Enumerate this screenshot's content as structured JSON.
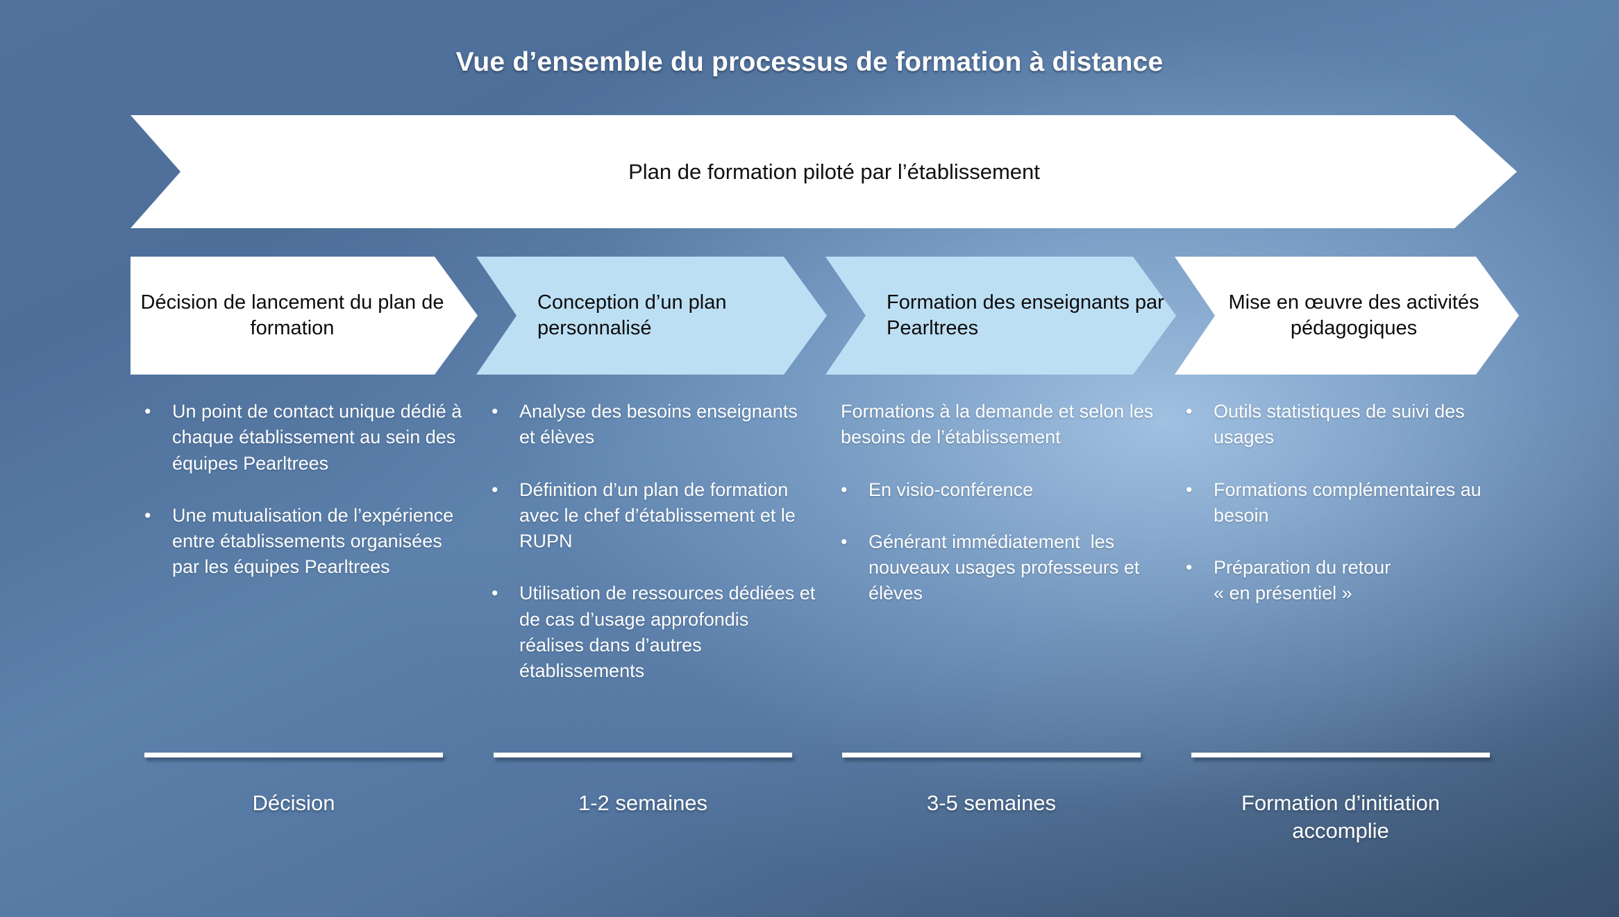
{
  "slide": {
    "title": "Vue d’ensemble du processus de formation à distance",
    "banner_label": "Plan de formation piloté par l’établissement"
  },
  "colors": {
    "chevron_white": "#ffffff",
    "chevron_light_blue": "#bddff4",
    "text_dark": "#0c0c0c",
    "text_light": "#ffffff",
    "background_top": "#51719c",
    "background_bottom": "#38506d"
  },
  "steps": [
    {
      "label": "Décision de lancement\ndu plan de formation",
      "fill": "white"
    },
    {
      "label": "Conception d’un plan\npersonnalisé",
      "fill": "light-blue"
    },
    {
      "label": "Formation des\nenseignants par\nPearltrees",
      "fill": "light-blue"
    },
    {
      "label": "Mise en œuvre des\nactivités pédagogiques",
      "fill": "white"
    }
  ],
  "columns": [
    {
      "items": [
        {
          "bulleted": true,
          "mark": "•",
          "text": "Un point de contact unique dédié à chaque établissement au sein des équipes Pearltrees"
        },
        {
          "bulleted": true,
          "mark": "•",
          "text": "Une mutualisation de l’expérience entre établissements organisées par les équipes Pearltrees"
        }
      ]
    },
    {
      "items": [
        {
          "bulleted": true,
          "mark": "•",
          "text": "Analyse des besoins enseignants et élèves"
        },
        {
          "bulleted": true,
          "mark": "•",
          "text": "Définition d’un plan de formation avec le chef d’établissement et le RUPN"
        },
        {
          "bulleted": true,
          "mark": "•",
          "text": "Utilisation de ressources dédiées et de cas d’usage approfondis réalises dans d’autres établissements"
        }
      ]
    },
    {
      "items": [
        {
          "bulleted": false,
          "mark": "",
          "text": "Formations à la demande et selon les besoins de l’établissement"
        },
        {
          "bulleted": true,
          "mark": "•",
          "text": "En visio-conférence"
        },
        {
          "bulleted": true,
          "mark": "•",
          "text": "Générant immédiatement  les nouveaux usages professeurs et  élèves"
        }
      ]
    },
    {
      "items": [
        {
          "bulleted": true,
          "mark": "•",
          "text": "Outils statistiques de suivi des usages"
        },
        {
          "bulleted": true,
          "mark": "•",
          "text": "Formations complémentaires au besoin"
        },
        {
          "bulleted": true,
          "mark": "•",
          "text": "Préparation du retour\n« en présentiel »"
        }
      ]
    }
  ],
  "footers": [
    {
      "label": "Décision"
    },
    {
      "label": "1-2 semaines"
    },
    {
      "label": "3-5 semaines"
    },
    {
      "label": "Formation d’initiation\naccomplie"
    }
  ]
}
